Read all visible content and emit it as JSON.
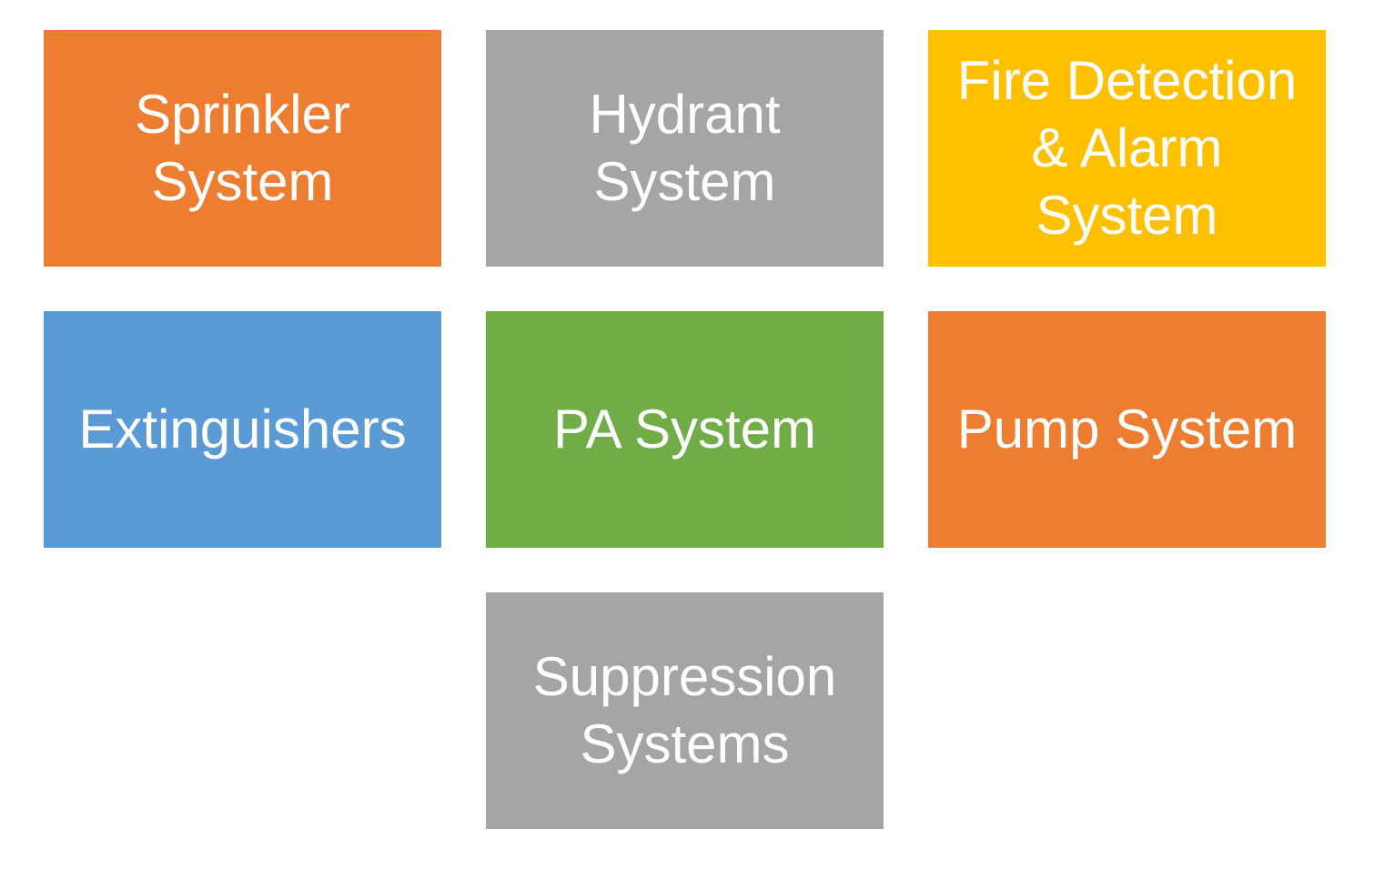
{
  "tiles": [
    {
      "label": "Sprinkler\nSystem",
      "color": "#ed7d31"
    },
    {
      "label": "Hydrant\nSystem",
      "color": "#a5a5a5"
    },
    {
      "label": "Fire Detection\n& Alarm\nSystem",
      "color": "#ffc000"
    },
    {
      "label": "Extinguishers",
      "color": "#5b9bd5"
    },
    {
      "label": "PA System",
      "color": "#70ad47"
    },
    {
      "label": "Pump System",
      "color": "#ed7d31"
    },
    {
      "label": "Suppression\nSystems",
      "color": "#a5a5a5"
    }
  ]
}
